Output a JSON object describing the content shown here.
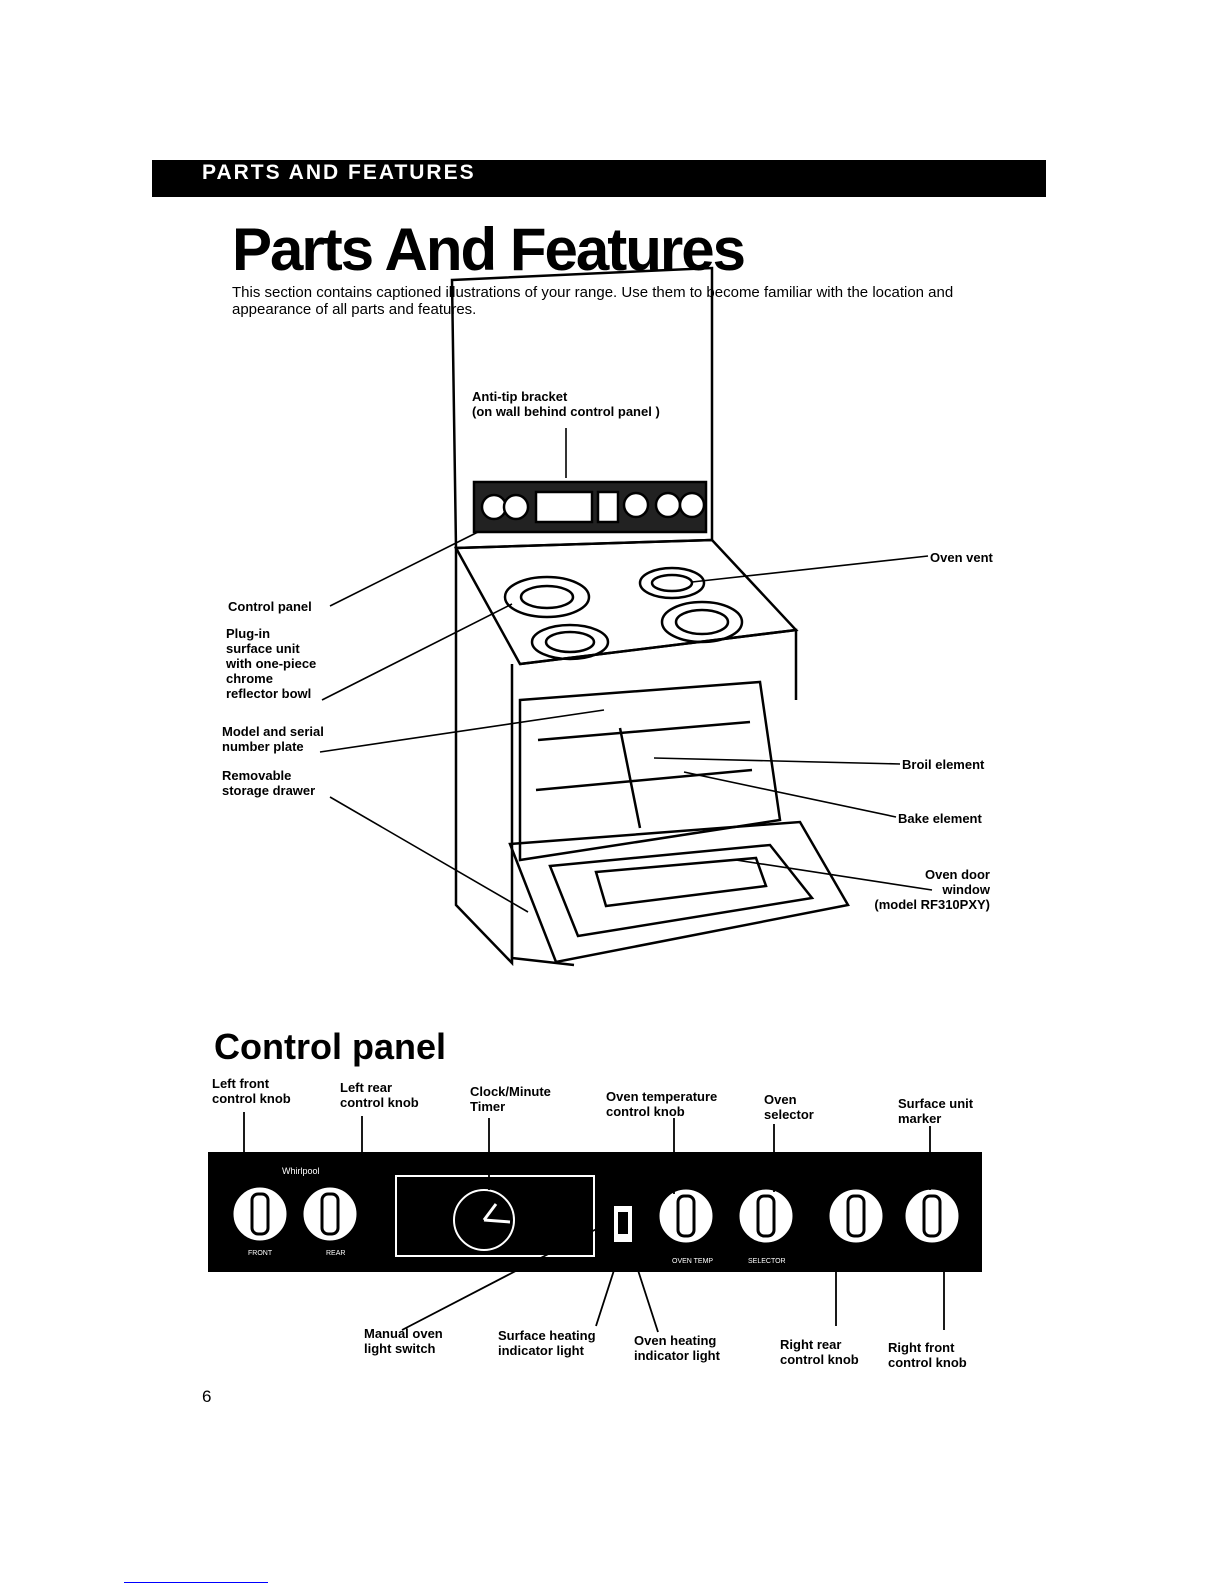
{
  "header": {
    "section_label": "PARTS AND FEATURES"
  },
  "page": {
    "title": "Parts And Features",
    "intro": "This section contains captioned illustrations of your range. Use them to become familiar with the location and appearance of all parts and features.",
    "page_number": "6"
  },
  "range_callouts": {
    "anti_tip": "Anti-tip bracket\n(on wall behind control panel )",
    "control_panel": "Control panel",
    "plug_in": "Plug-in\nsurface unit\nwith one-piece\nchrome\nreflector bowl",
    "model_serial": "Model and serial\nnumber plate",
    "storage_drawer": "Removable\nstorage drawer",
    "oven_vent": "Oven vent",
    "broil": "Broil element",
    "bake": "Bake element",
    "door_window": "Oven door\nwindow\n(model RF310PXY)"
  },
  "control_panel": {
    "heading": "Control panel",
    "brand": "Whirlpool",
    "top_labels": {
      "left_front": "Left front\ncontrol knob",
      "left_rear": "Left rear\ncontrol knob",
      "clock": "Clock/Minute\nTimer",
      "oven_temp": "Oven temperature\ncontrol knob",
      "oven_selector": "Oven\nselector",
      "surface_marker": "Surface unit\nmarker"
    },
    "bottom_labels": {
      "manual_light": "Manual oven\nlight switch",
      "surface_heating": "Surface heating\nindicator light",
      "oven_heating": "Oven heating\nindicator light",
      "right_rear": "Right rear\ncontrol knob",
      "right_front": "Right front\ncontrol knob"
    },
    "panel_text": {
      "front": "FRONT",
      "rear": "REAR",
      "oven_temp": "OVEN TEMP",
      "selector": "SELECTOR"
    }
  }
}
